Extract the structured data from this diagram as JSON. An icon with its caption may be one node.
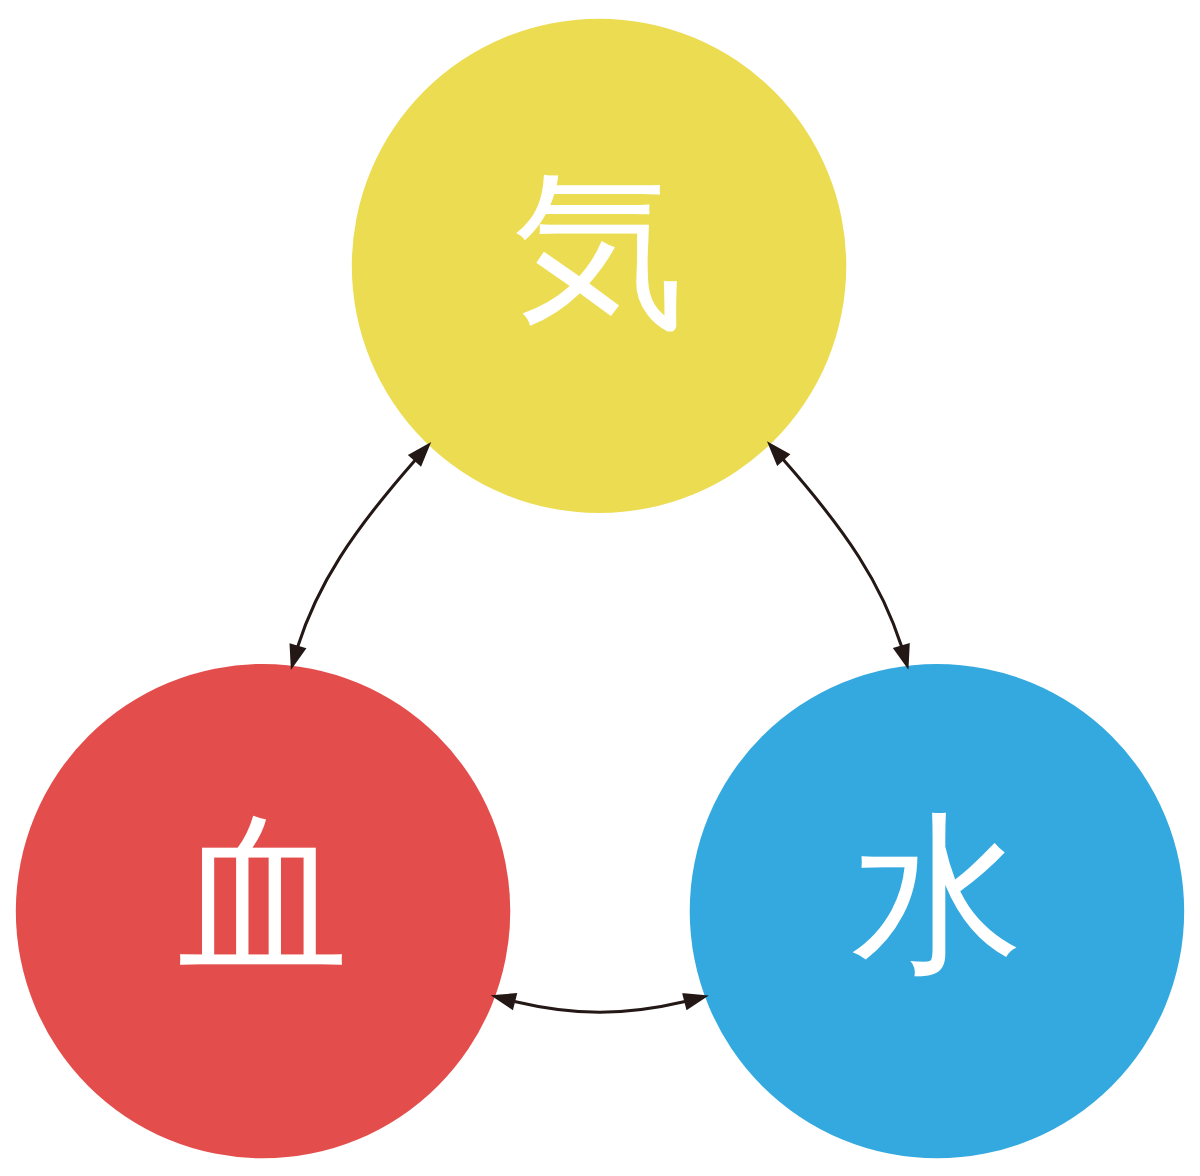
{
  "diagram": {
    "nodes": [
      {
        "text": [
          "気"
        ]
      },
      {
        "text": [
          "血"
        ]
      },
      {
        "text": [
          "水"
        ]
      }
    ],
    "edges": [
      {
        "from": 0,
        "to": 1,
        "arrow": "both"
      },
      {
        "from": 0,
        "to": 2,
        "arrow": "both"
      },
      {
        "from": 1,
        "to": 2,
        "arrow": "both"
      }
    ]
  }
}
